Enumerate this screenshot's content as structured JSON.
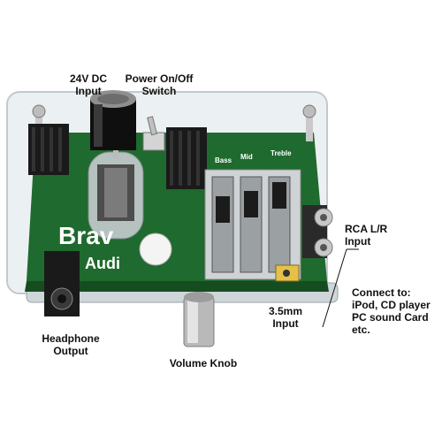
{
  "labels": {
    "dc_input": "24V DC\nInput",
    "power_switch": "Power On/Off\nSwitch",
    "rca_input": "RCA L/R\nInput",
    "connect_to": "Connect to:\niPod, CD player\nPC sound Card\netc.",
    "mini_jack_input": "3.5mm\nInput",
    "headphone_output": "Headphone\nOutput",
    "volume_knob": "Volume Knob"
  },
  "board_branding": {
    "logo_text_1": "Brav",
    "logo_text_2": "Audi",
    "tone_labels": [
      "Bass",
      "Mid",
      "Treble"
    ]
  },
  "colors": {
    "pcb_green": "#1f6a2e",
    "acrylic": "#e6ecef",
    "heatsink": "#1a1a1a",
    "metal": "#b9b9b9"
  }
}
